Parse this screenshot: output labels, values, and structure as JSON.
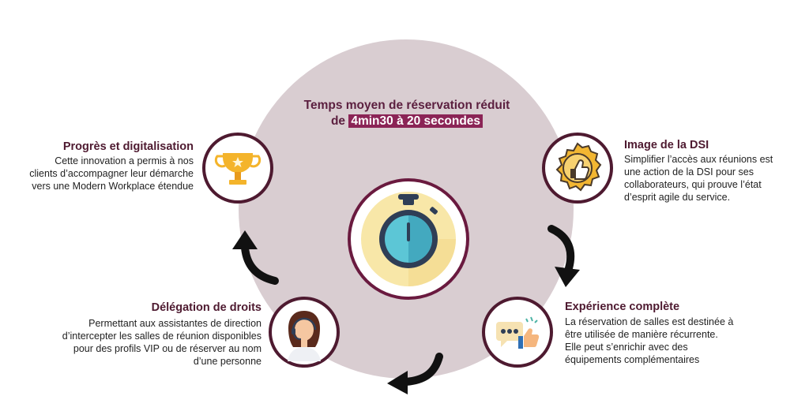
{
  "headline": {
    "line1": "Temps moyen de réservation réduit",
    "line2_prefix": "de",
    "line2_highlight": "4min30 à 20 secondes"
  },
  "nodes": [
    {
      "title": "Progrès et digitalisation",
      "lines": [
        "Cette innovation a permis à nos",
        "clients d’accompagner leur démarche",
        "vers une Modern Workplace étendue"
      ],
      "icon": "trophy-icon"
    },
    {
      "title": "Image de la DSI",
      "lines": [
        "Simplifier l’accès aux réunions est",
        "une action de la DSI pour ses",
        "collaborateurs, qui prouve l’état",
        "d’esprit agile du service."
      ],
      "icon": "thumbs-up-badge-icon"
    },
    {
      "title": "Expérience complète",
      "lines": [
        "La réservation de salles est destinée à",
        "être utilisée de manière récurrente.",
        "Elle peut s’enrichir avec des",
        "équipements complémentaires"
      ],
      "icon": "chat-like-icon"
    },
    {
      "title": "Délégation de droits",
      "lines": [
        "Permettant aux assistantes de direction",
        "d’intercepter les salles de réunion disponibles",
        "pour des profils VIP ou de réserver au nom",
        "d’une personne"
      ],
      "icon": "assistant-headset-icon"
    }
  ],
  "colors": {
    "circle": "#d9cdd1",
    "accent": "#4e1a30",
    "highlight": "#8b2456",
    "title": "#5b1f3f"
  }
}
